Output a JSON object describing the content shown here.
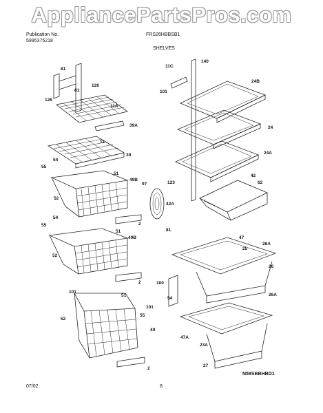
{
  "watermark": "AppliancePartsPros.com",
  "header": {
    "publication_label": "Publication No.",
    "publication_number": "5995375218",
    "model": "FRS26HBBSB1",
    "section": "SHELVES"
  },
  "footer": {
    "date": "07/02",
    "page": "8",
    "drawing_code": "N58SBBHBD1"
  },
  "callouts": [
    "81",
    "81",
    "126",
    "126",
    "11A",
    "39A",
    "11",
    "39",
    "54",
    "55",
    "51",
    "49B",
    "52",
    "2",
    "97",
    "42A",
    "81",
    "54",
    "55",
    "51",
    "49B",
    "52",
    "2",
    "101",
    "51",
    "54",
    "55",
    "101",
    "52",
    "49",
    "2",
    "11C",
    "140",
    "101",
    "24B",
    "24",
    "24A",
    "123",
    "42",
    "62",
    "47",
    "25",
    "26A",
    "26",
    "100",
    "26A",
    "47A",
    "23A",
    "27"
  ]
}
